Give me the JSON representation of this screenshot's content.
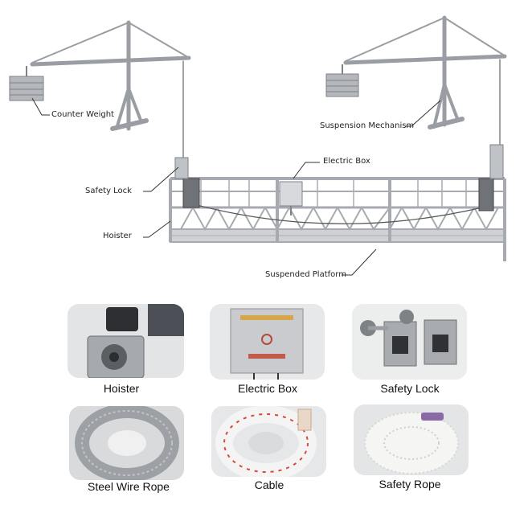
{
  "callouts": {
    "counter_weight": "Counter Weight",
    "suspension_mechanism": "Suspension Mechanism",
    "electric_box": "Electric Box",
    "safety_lock": "Safety Lock",
    "hoister": "Hoister",
    "suspended_platform": "Suspended Platform"
  },
  "components": [
    {
      "label": "Hoister",
      "icon": "hoister-motor-photo"
    },
    {
      "label": "Electric Box",
      "icon": "electric-box-photo"
    },
    {
      "label": "Safety Lock",
      "icon": "safety-lock-photo"
    },
    {
      "label": "Steel Wire Rope",
      "icon": "steel-wire-coil-photo"
    },
    {
      "label": "Cable",
      "icon": "cable-coil-photo"
    },
    {
      "label": "Safety Rope",
      "icon": "safety-rope-coil-photo"
    }
  ],
  "colors": {
    "frame": "#b9bcc2",
    "frame_dark": "#8a8d93",
    "leader_line": "#333333"
  }
}
